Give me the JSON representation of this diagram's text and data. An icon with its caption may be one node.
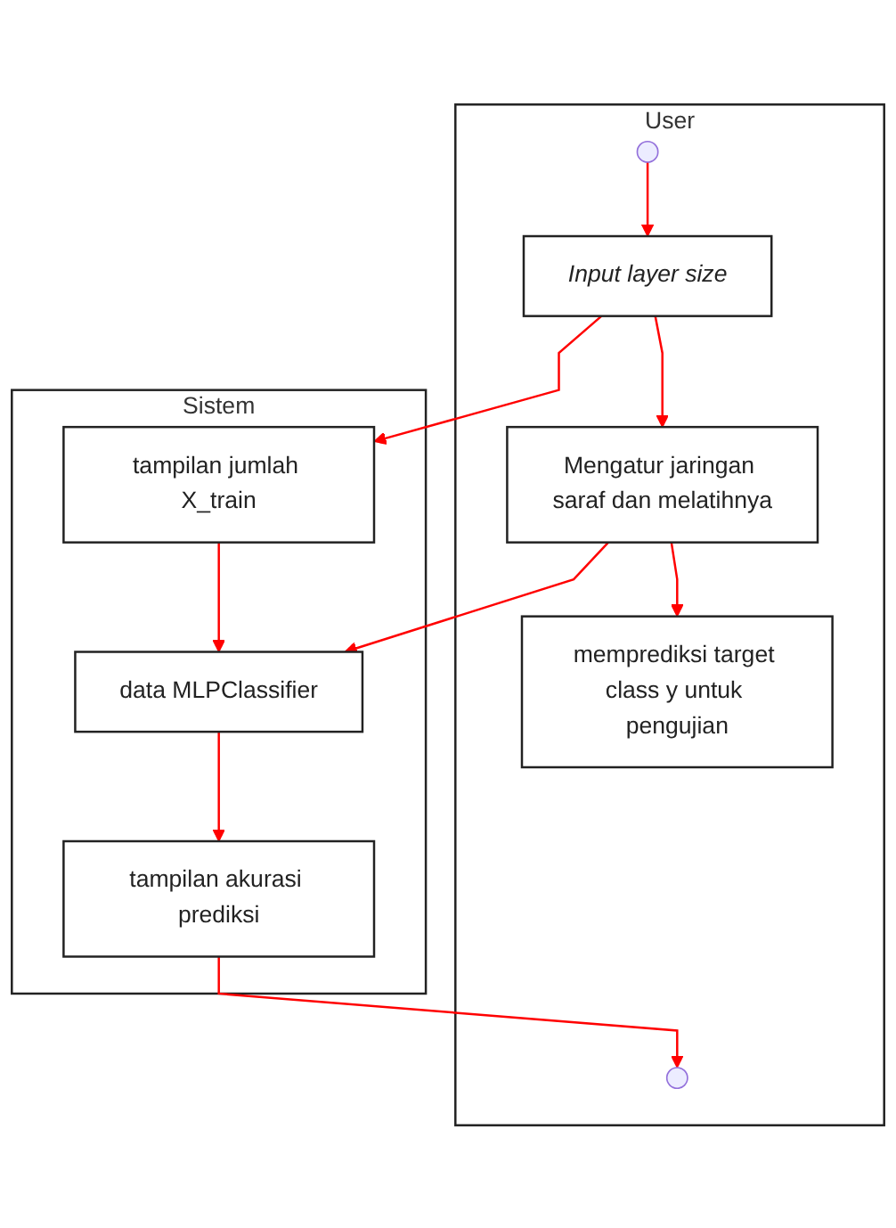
{
  "diagram": {
    "nodes": [
      {
        "text": [
          "User"
        ]
      },
      {
        "text": [
          "Sistem"
        ]
      },
      {
        "text": [],
        "shape": "circle",
        "in": 0
      },
      {
        "text": [
          "Input layer size"
        ],
        "in": 0
      },
      {
        "text": [
          "Mengatur jaringan saraf dan melatihnya"
        ],
        "in": 0
      },
      {
        "text": [
          "memprediksi target class y untuk pengujian"
        ],
        "in": 0
      },
      {
        "text": [],
        "shape": "circle",
        "in": 0
      },
      {
        "text": [
          "tampilan jumlah X_train"
        ],
        "in": 1
      },
      {
        "text": [
          "data MLPClassifier"
        ],
        "in": 1
      },
      {
        "text": [
          "tampilan akurasi prediksi"
        ],
        "in": 1
      }
    ],
    "edges": [
      {
        "from": 2,
        "to": 3,
        "arrow": "to"
      },
      {
        "from": 3,
        "to": 7,
        "arrow": "to"
      },
      {
        "from": 3,
        "to": 4,
        "arrow": "to"
      },
      {
        "from": 7,
        "to": 8,
        "arrow": "to"
      },
      {
        "from": 4,
        "to": 8,
        "arrow": "to"
      },
      {
        "from": 4,
        "to": 5,
        "arrow": "to"
      },
      {
        "from": 8,
        "to": 9,
        "arrow": "to"
      },
      {
        "from": 9,
        "to": 6,
        "arrow": "to"
      }
    ]
  }
}
